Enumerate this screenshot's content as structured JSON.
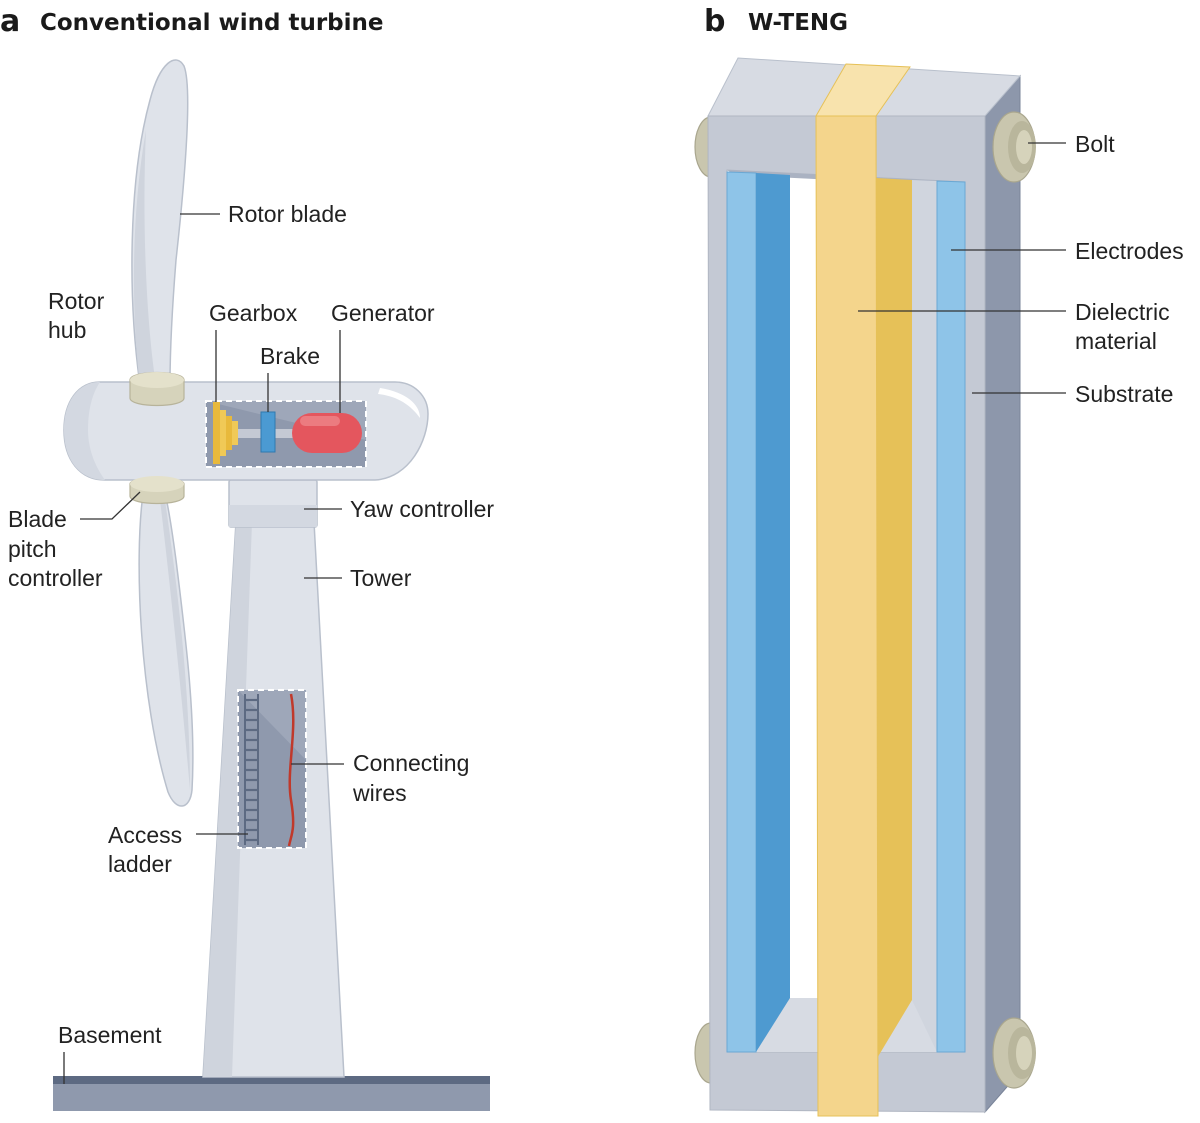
{
  "panel_a": {
    "letter": "a",
    "title": "Conventional wind turbine",
    "labels": {
      "rotor_blade": "Rotor blade",
      "rotor_hub": [
        "Rotor",
        "hub"
      ],
      "gearbox": "Gearbox",
      "generator": "Generator",
      "brake": "Brake",
      "blade_pitch": [
        "Blade",
        "pitch",
        "controller"
      ],
      "yaw": "Yaw controller",
      "tower": "Tower",
      "connecting_wires": [
        "Connecting",
        "wires"
      ],
      "access_ladder": [
        "Access",
        "ladder"
      ],
      "basement": "Basement"
    }
  },
  "panel_b": {
    "letter": "b",
    "title": "W-TENG",
    "labels": {
      "bolt": "Bolt",
      "electrodes": "Electrodes",
      "dielectric": [
        "Dielectric",
        "material"
      ],
      "substrate": "Substrate"
    }
  },
  "colors": {
    "turbine_light": "#dfe3ea",
    "turbine_edge": "#b9c0cc",
    "nacelle_window": "#8f99ad",
    "gearbox": "#e8b93c",
    "brake": "#4b9ad2",
    "generator": "#e4565e",
    "wire": "#c0392b",
    "frame_front": "#c4c9d4",
    "frame_side": "#8d97ab",
    "frame_top": "#d7dbe3",
    "electrode_light": "#8ec4e8",
    "electrode_dark": "#4e9ad0",
    "dielectric_light": "#f4d58c",
    "dielectric_dark": "#e6c158",
    "bolt": "#c9c6ae",
    "ground_dark": "#5d6a82",
    "ground_light": "#8f99ad"
  }
}
